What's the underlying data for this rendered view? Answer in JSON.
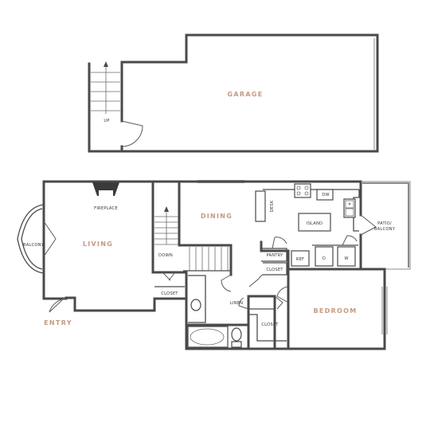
{
  "rooms": {
    "garage": "GARAGE",
    "living": "LIVING",
    "dining": "DINING",
    "bedroom": "BEDROOM",
    "entry": "ENTRY"
  },
  "labels": {
    "up": "UP",
    "down": "DOWN",
    "fireplace": "FIREPLACE",
    "balcony": "BALCONY",
    "closet_living": "CLOSET",
    "desk": "DESK",
    "dw": "DW",
    "island": "ISLAND",
    "patio_line1": "PATIO/",
    "patio_line2": "BALCONY",
    "pantry": "PANTRY",
    "closet_kitchen": "CLOSET",
    "ref": "REF",
    "dryer": "D",
    "washer": "W",
    "linen": "LINEN",
    "closet_bath": "CLOSET"
  },
  "colors": {
    "wall": "#4a4a4a",
    "accent_label": "#c49a82",
    "background": "#ffffff"
  }
}
